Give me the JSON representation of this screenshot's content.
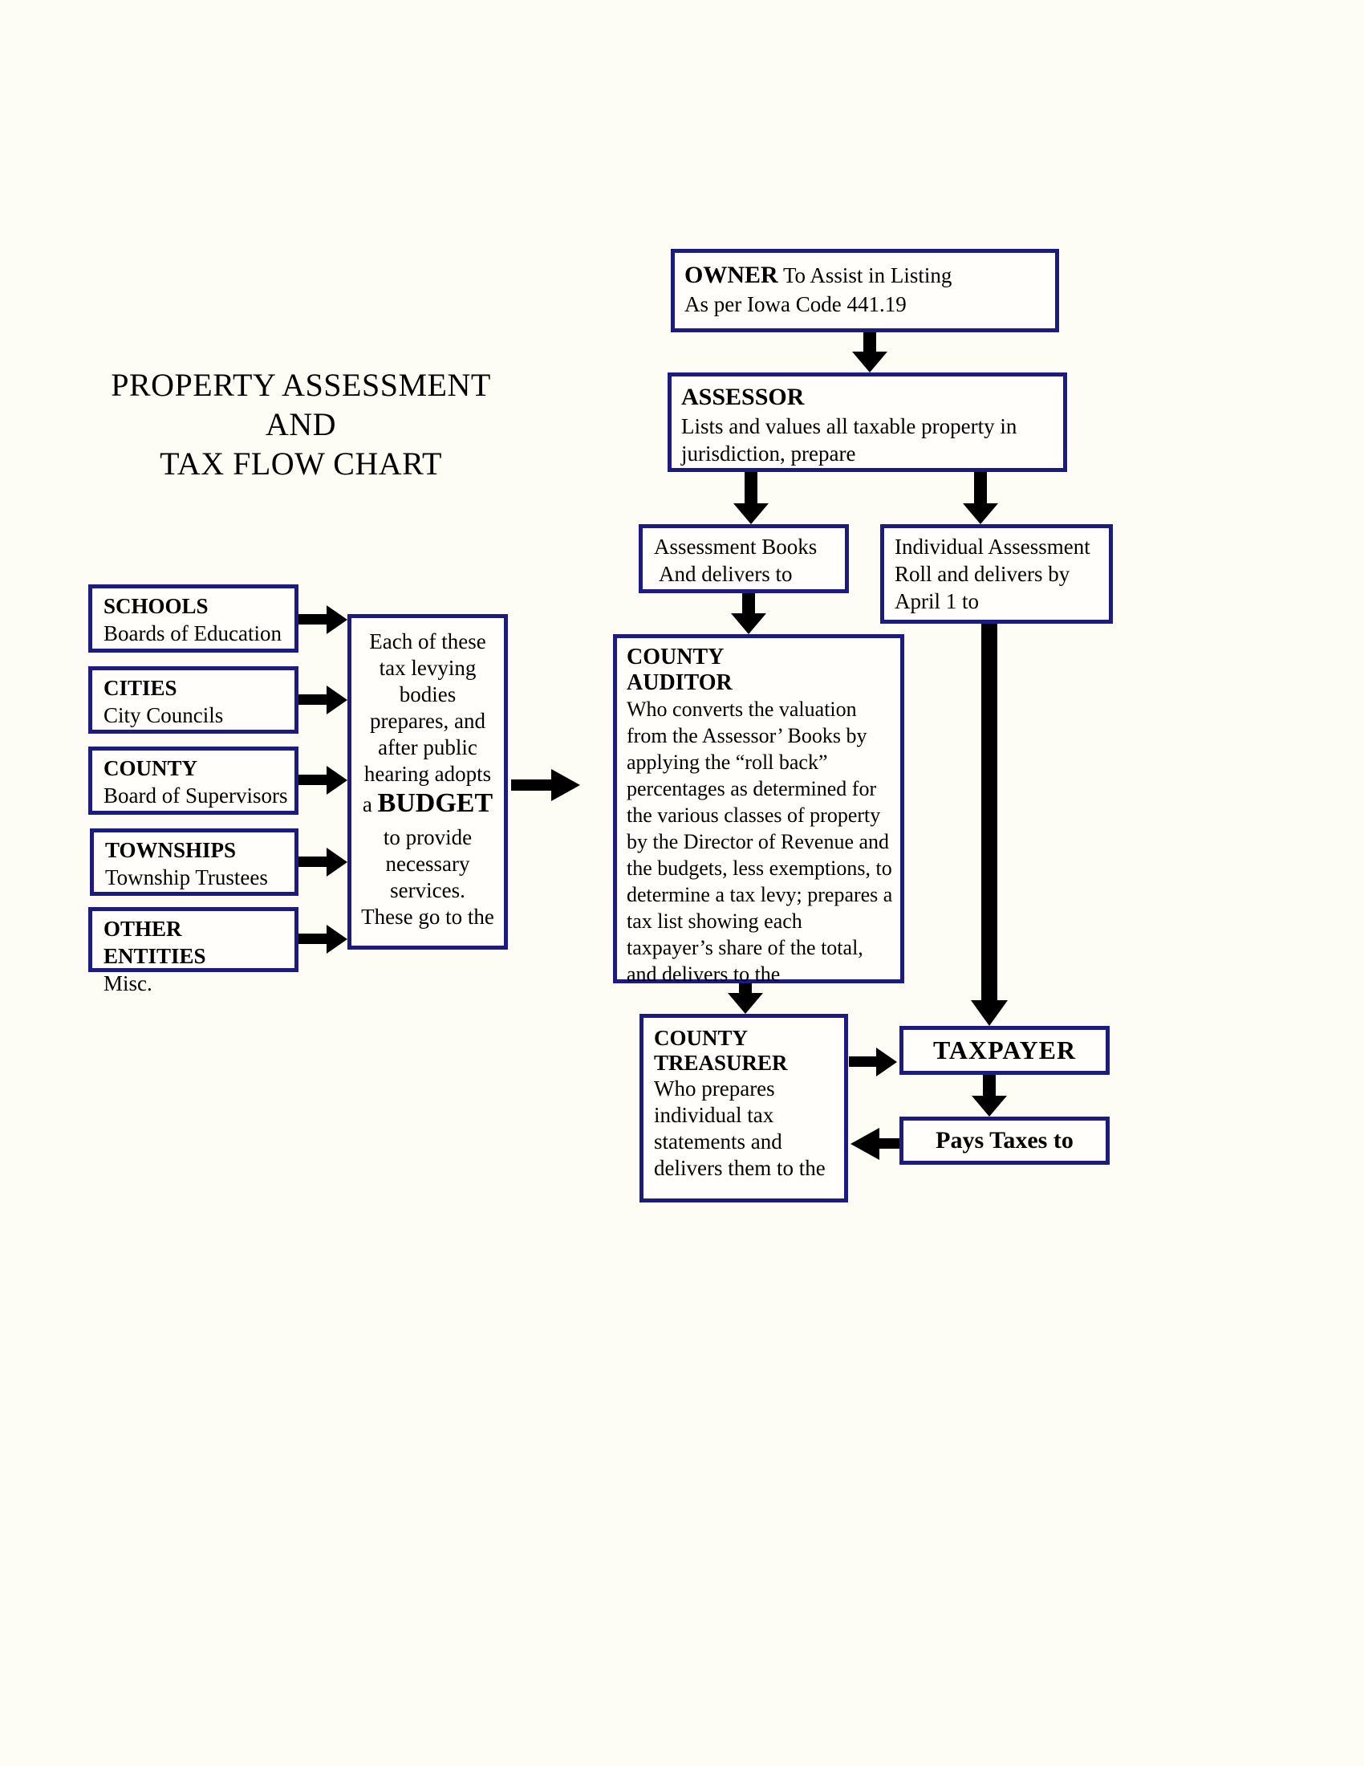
{
  "page": {
    "title_lines": [
      "PROPERTY ASSESSMENT",
      "AND",
      "TAX FLOW CHART"
    ],
    "colors": {
      "box_border": "#1b1b80",
      "arrow": "#000000",
      "background": "#fdfcf5",
      "box_background": "#fffefa",
      "text": "#000000"
    }
  },
  "nodes": {
    "owner": {
      "heading": "OWNER",
      "heading_suffix": " To Assist in Listing",
      "line2": "As per Iowa Code 441.19"
    },
    "assessor": {
      "heading": "ASSESSOR",
      "body": "Lists and values all taxable property in jurisdiction, prepare"
    },
    "assessment_books": {
      "line1": "Assessment Books",
      "line2": "And delivers to"
    },
    "individual_assessment_roll": {
      "body": "Individual Assessment Roll and delivers by April 1 to"
    },
    "schools": {
      "heading": "SCHOOLS",
      "subtitle": "Boards of Education"
    },
    "cities": {
      "heading": "CITIES",
      "subtitle": "City Councils"
    },
    "county": {
      "heading": "COUNTY",
      "subtitle": "Board of Supervisors"
    },
    "townships": {
      "heading": "TOWNSHIPS",
      "subtitle": "Township Trustees"
    },
    "other_entities": {
      "heading": "OTHER ENTITIES",
      "subtitle": "Misc."
    },
    "budget": {
      "lines_before": [
        "Each of these",
        "tax levying",
        "bodies",
        "prepares, and",
        "after public",
        "hearing adopts"
      ],
      "emphasis_prefix": "a ",
      "emphasis": "BUDGET",
      "lines_after": [
        "to provide",
        "necessary",
        "services.",
        "These go to the"
      ]
    },
    "county_auditor": {
      "heading_line1": "COUNTY",
      "heading_line2": "AUDITOR",
      "body": "Who converts the valuation from the Assessor’ Books by applying the “roll back” percentages as determined for the various classes of property by the Director of Revenue and the budgets, less exemptions, to determine a tax levy; prepares a tax list showing each taxpayer’s share of the total, and delivers to the"
    },
    "county_treasurer": {
      "heading_line1": "COUNTY",
      "heading_line2": "TREASURER",
      "body": "Who prepares individual tax statements and delivers them to the"
    },
    "taxpayer": {
      "label": "TAXPAYER"
    },
    "pays_taxes": {
      "label": "Pays Taxes to"
    }
  }
}
